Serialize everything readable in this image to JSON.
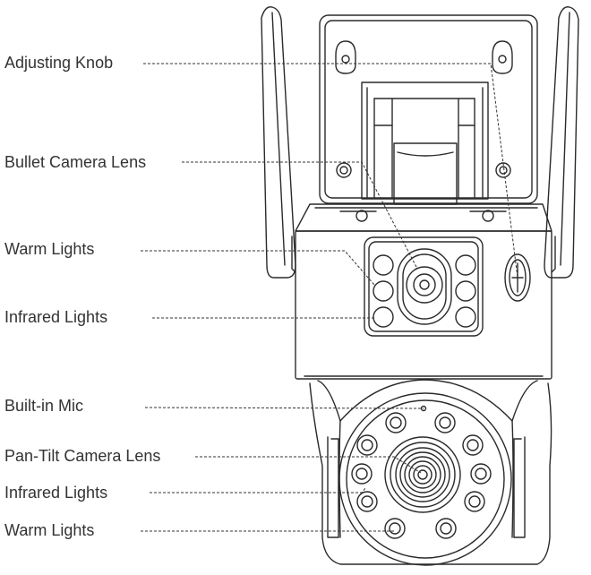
{
  "labels": {
    "adjusting_knob": "Adjusting Knob",
    "bullet_lens": "Bullet Camera Lens",
    "warm_lights_top": "Warm Lights",
    "infrared_lights_top": "Infrared Lights",
    "builtin_mic": "Built-in Mic",
    "pan_tilt_lens": "Pan-Tilt Camera Lens",
    "infrared_lights_bottom": "Infrared Lights",
    "warm_lights_bottom": "Warm Lights"
  },
  "colors": {
    "line": "#2a2a2a",
    "leader": "#333333",
    "text": "#333333"
  }
}
